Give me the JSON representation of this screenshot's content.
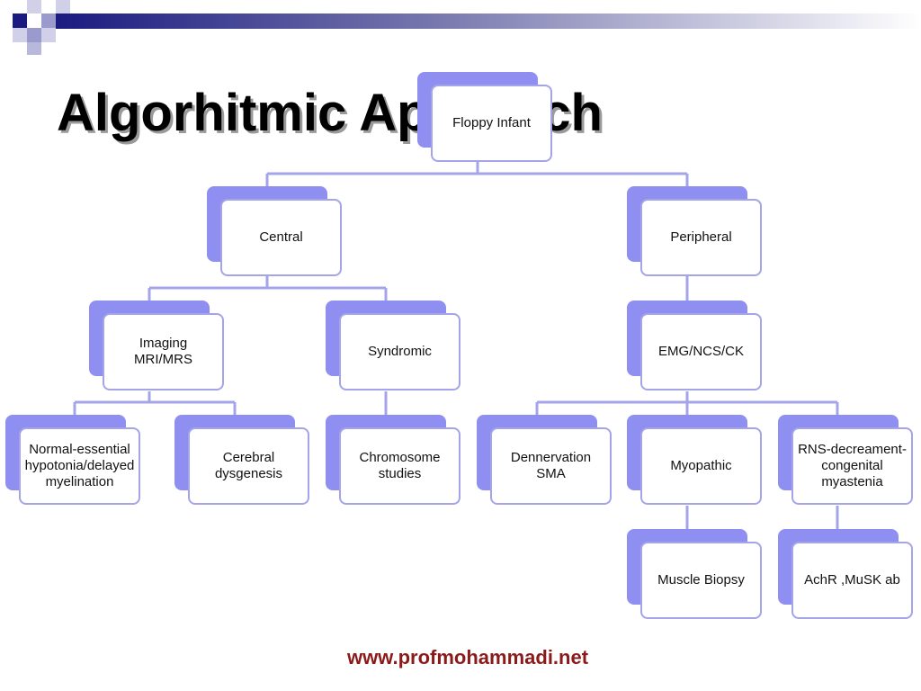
{
  "slide": {
    "title": "Algorhitmic Approach",
    "footer": "www.profmohammadi.net"
  },
  "colors": {
    "node_shadow": "#8f8ff1",
    "node_border": "#a4a4e8",
    "connector": "#a4a4e8",
    "title_shadow": "#9a9a9a",
    "footer_text": "#8b1a1a",
    "decor_navy": "#1a1a80"
  },
  "tree": {
    "root": {
      "label": "Floppy Infant"
    },
    "central": {
      "label": "Central"
    },
    "peripheral": {
      "label": "Peripheral"
    },
    "imaging": {
      "label": "Imaging\nMRI/MRS"
    },
    "syndromic": {
      "label": "Syndromic"
    },
    "emg": {
      "label": "EMG/NCS/CK"
    },
    "normal_essential": {
      "label": "Normal-essential hypotonia/delayed myelination"
    },
    "cerebral": {
      "label": "Cerebral dysgenesis"
    },
    "chromosome": {
      "label": "Chromosome studies"
    },
    "dennervation": {
      "label": "Dennervation\nSMA"
    },
    "myopathic": {
      "label": "Myopathic"
    },
    "rns": {
      "label": "RNS-decreament-congenital myastenia"
    },
    "muscle_biopsy": {
      "label": "Muscle Biopsy"
    },
    "achr": {
      "label": "AchR ,MuSK ab"
    }
  }
}
